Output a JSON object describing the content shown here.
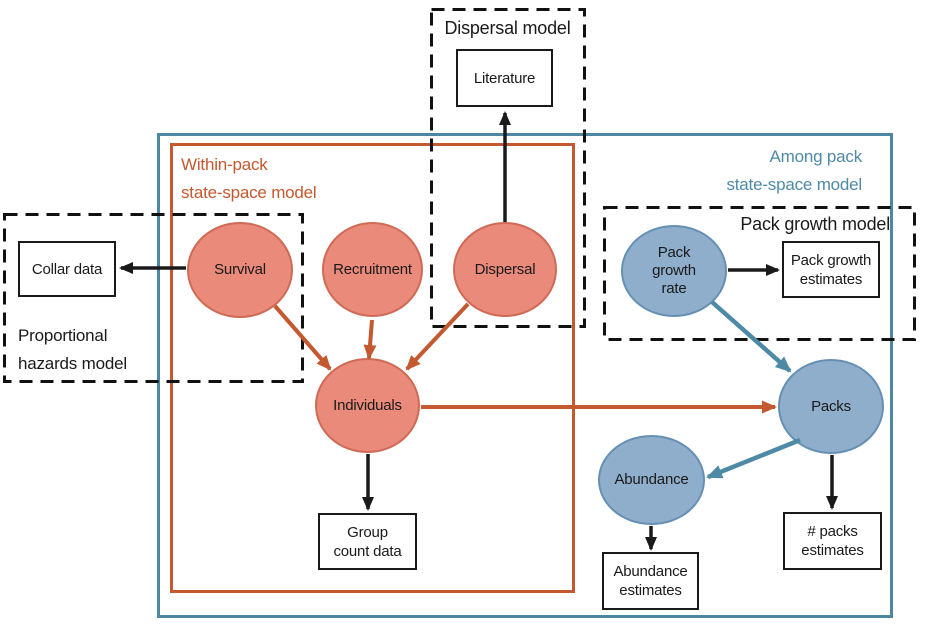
{
  "colors": {
    "outer_frame_blue": "#4C87A3",
    "inner_frame_orange": "#C4582F",
    "among_pack_text_blue": "#4E8AA6",
    "circle_salmon_fill": "#EA8A7A",
    "circle_salmon_border": "#D06A55",
    "circle_blue_fill": "#8FAECB",
    "circle_blue_border": "#6590B4",
    "arrow_black": "#1a1a1a"
  },
  "sections": {
    "dispersal_model": {
      "title": "Dispersal model"
    },
    "within_pack": {
      "line1": "Within-pack",
      "line2": "state-space model"
    },
    "among_pack": {
      "line1": "Among pack",
      "line2": "state-space model"
    },
    "pack_growth": {
      "title": "Pack growth model"
    },
    "proportional_hazards": {
      "line1": "Proportional",
      "line2": "hazards model"
    }
  },
  "circles": {
    "survival": "Survival",
    "recruitment": "Recruitment",
    "dispersal": "Dispersal",
    "individuals": "Individuals",
    "pack_growth_rate": {
      "line1": "Pack",
      "line2": "growth",
      "line3": "rate"
    },
    "packs": "Packs",
    "abundance": "Abundance"
  },
  "boxes": {
    "literature": "Literature",
    "collar_data": "Collar data",
    "pack_growth_estimates": {
      "line1": "Pack growth",
      "line2": "estimates"
    },
    "group_count_data": {
      "line1": "Group",
      "line2": "count data"
    },
    "abundance_estimates": {
      "line1": "Abundance",
      "line2": "estimates"
    },
    "num_packs_estimates": {
      "line1": "# packs",
      "line2": "estimates"
    }
  }
}
